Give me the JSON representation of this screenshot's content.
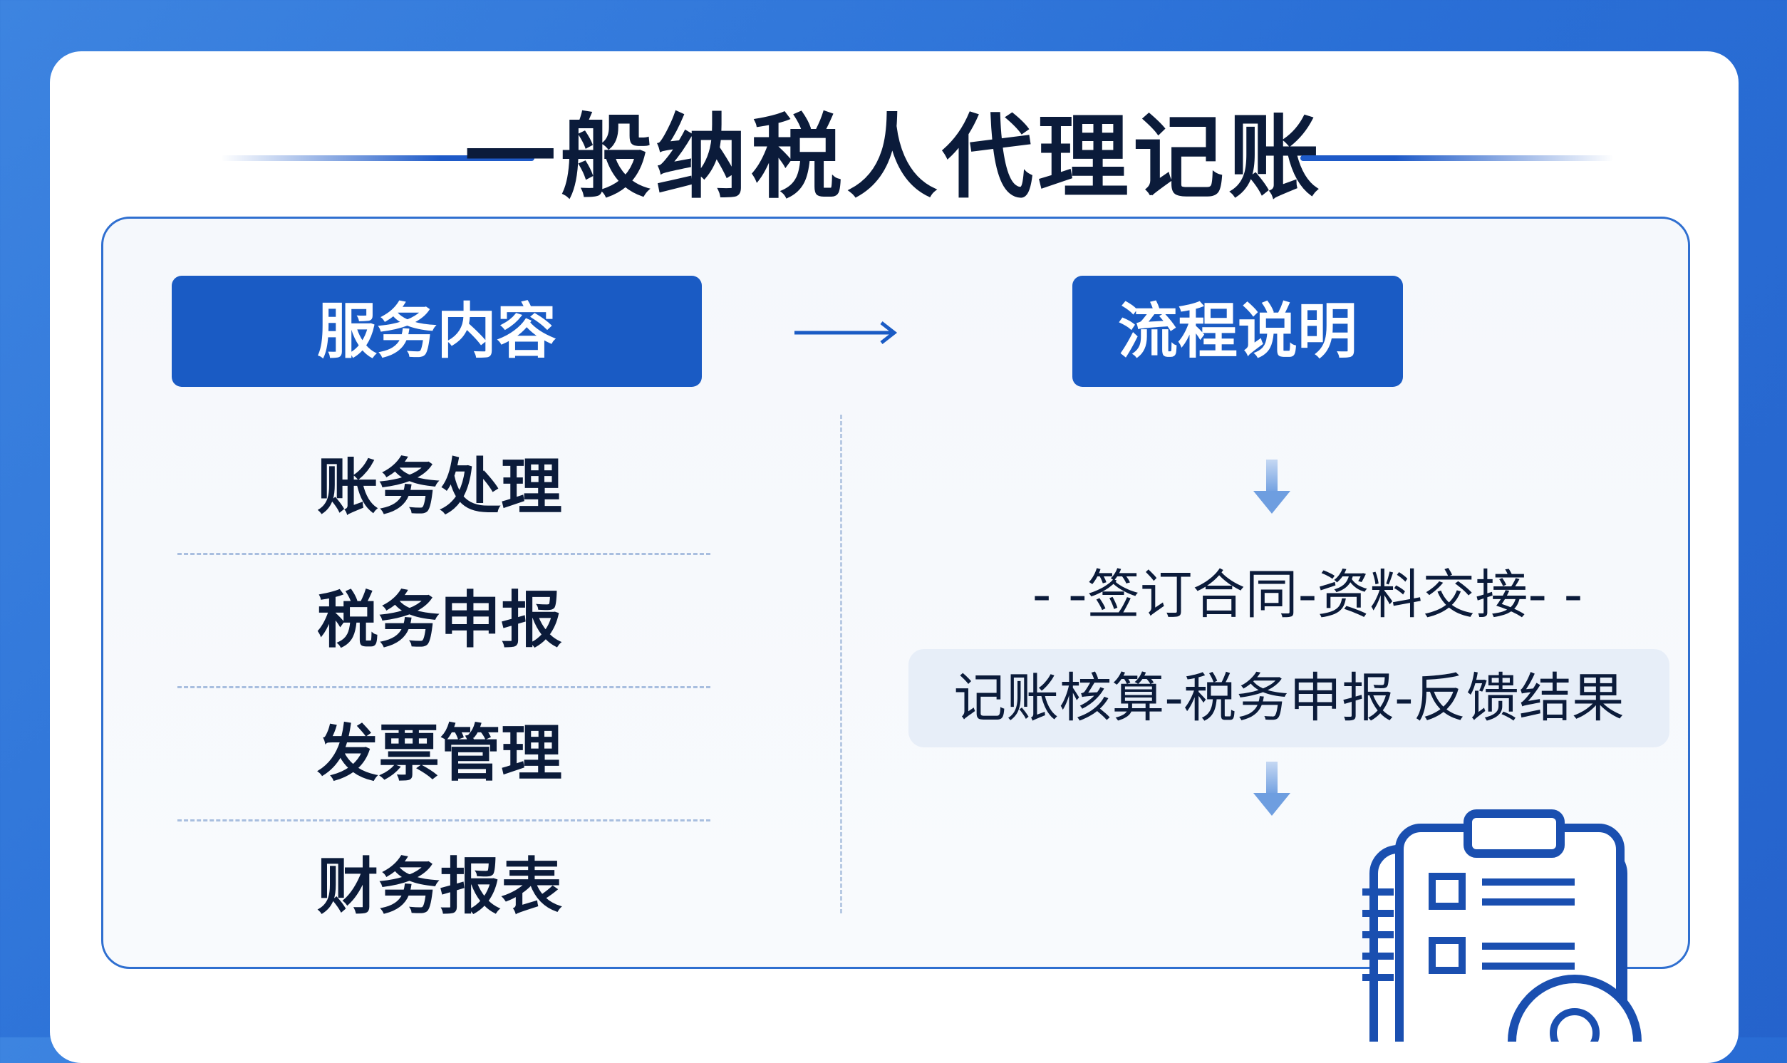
{
  "title": "一般纳税人代理记账",
  "services": {
    "heading": "服务内容",
    "items": [
      "账务处理",
      "税务申报",
      "发票管理",
      "财务报表"
    ]
  },
  "process": {
    "heading": "流程说明",
    "line1": "- -签订合同-资料交接- -",
    "line2": "记账核算-税务申报-反馈结果"
  },
  "icons": {
    "connector": "arrow-right-icon",
    "step": "arrow-down-icon",
    "illustration": "clipboard-checklist-icon"
  },
  "colors": {
    "background": "#2a6fd6",
    "accent": "#1a5bc4",
    "text": "#0b1b3a"
  }
}
